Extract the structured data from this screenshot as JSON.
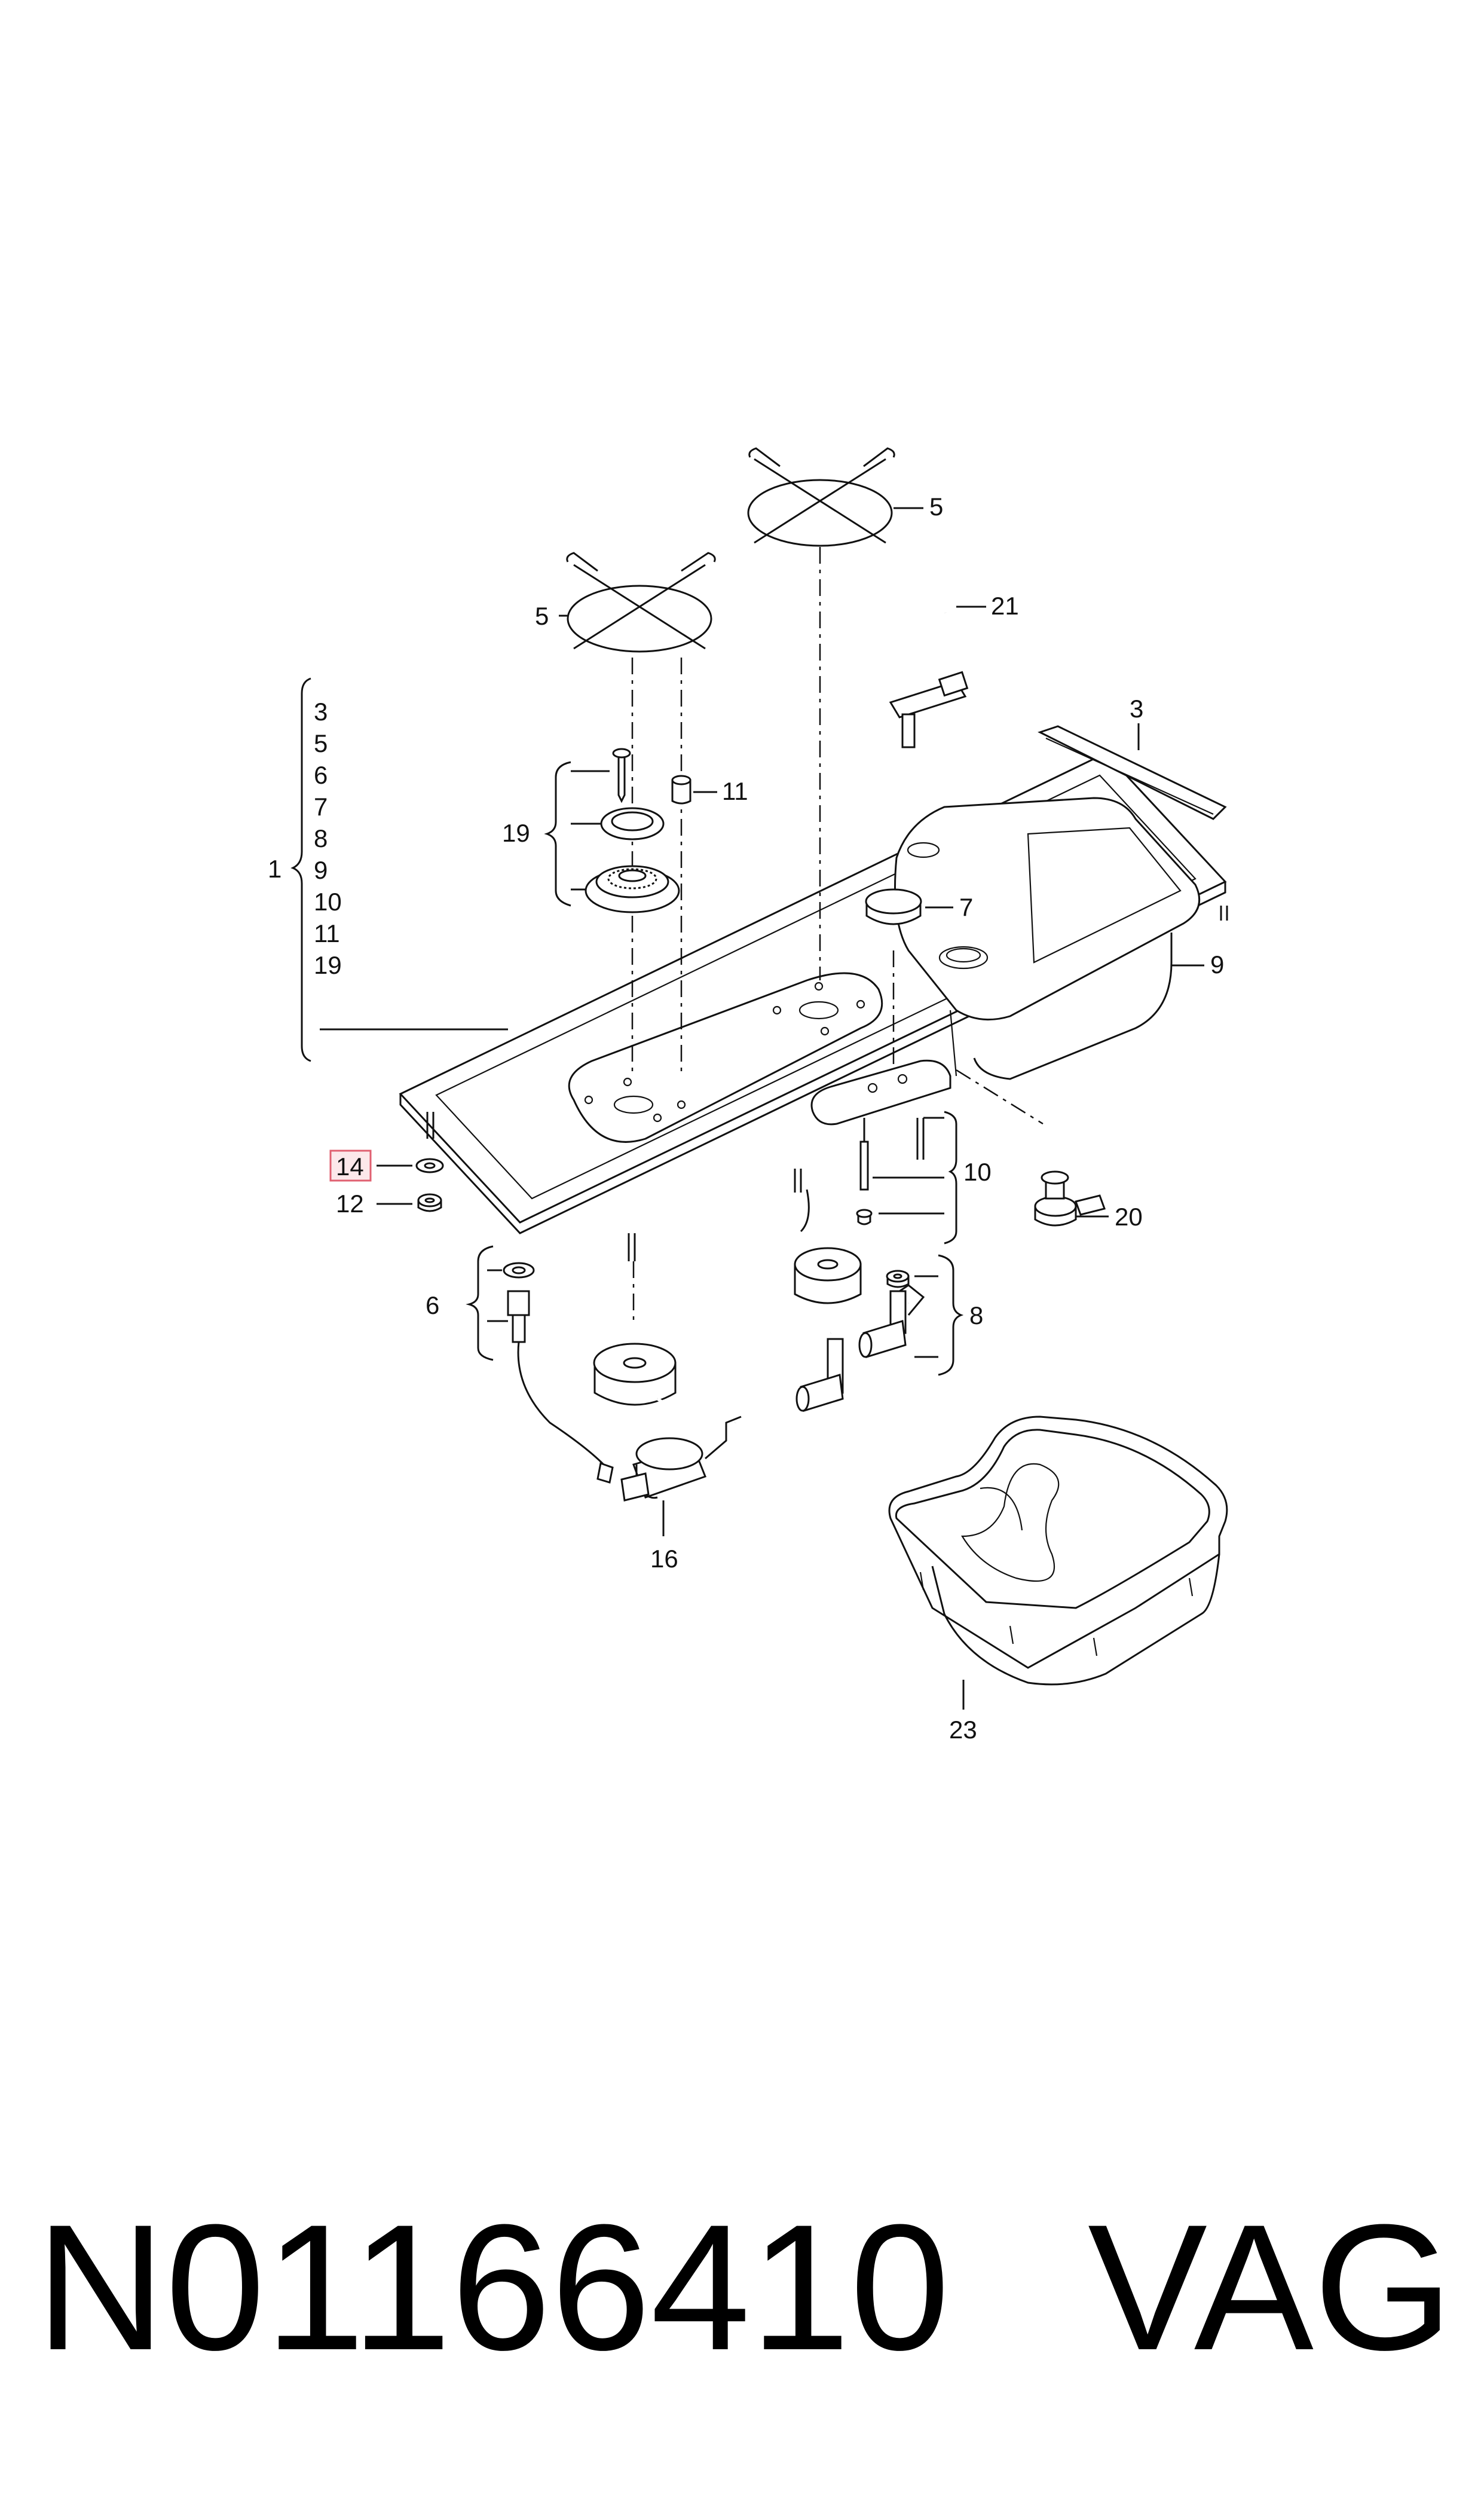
{
  "diagram": {
    "callouts": {
      "c1": "1",
      "c3": "3",
      "c5_left": "5",
      "c5_right": "5",
      "c6": "6",
      "c7": "7",
      "c8": "8",
      "c9": "9",
      "c10": "10",
      "c11": "11",
      "c12": "12",
      "c14": "14",
      "c16": "16",
      "c19": "19",
      "c20": "20",
      "c21": "21",
      "c23": "23"
    },
    "group_list": [
      "3",
      "5",
      "6",
      "7",
      "8",
      "9",
      "10",
      "11",
      "19"
    ],
    "highlighted_callout": "14",
    "highlight_color": "#e06070"
  },
  "footer": {
    "part_number": "N01166410",
    "brand": "VAG"
  }
}
